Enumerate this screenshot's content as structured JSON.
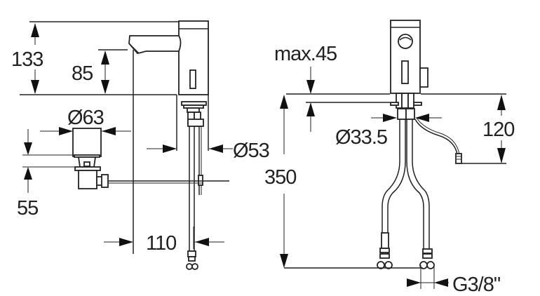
{
  "drawing": {
    "title": "Faucet dimensional drawing",
    "colors": {
      "line": "#222222",
      "background": "#ffffff"
    },
    "side_view": {
      "dimensions": {
        "overall_height": "133",
        "spout_height": "85",
        "waste_diameter": "Ø63",
        "waste_depth": "55",
        "body_diameter": "Ø53",
        "spout_reach": "110"
      }
    },
    "front_view": {
      "dimensions": {
        "max_deck_thickness": "max.45",
        "shank_diameter": "Ø33.5",
        "hose_length": "350",
        "cable_length": "120",
        "connection_thread": "G3/8\""
      }
    }
  }
}
